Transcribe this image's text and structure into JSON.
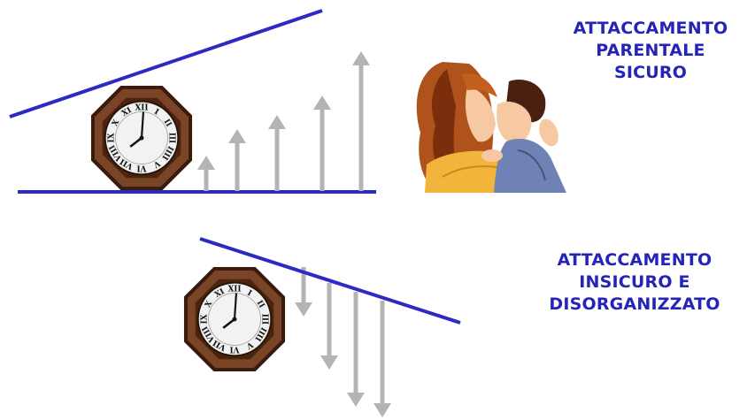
{
  "top_panel": {
    "caption_lines": [
      "ATTACCAMENTO",
      "PARENTALE",
      "SICURO"
    ],
    "arrow_direction": "up",
    "arrow_count": 5,
    "illustration": "mother-holding-child"
  },
  "bottom_panel": {
    "caption_lines": [
      "ATTACCAMENTO",
      "INSICURO E",
      "DISORGANIZZATO"
    ],
    "arrow_direction": "down",
    "arrow_count": 4
  },
  "clock": {
    "numerals": [
      "XII",
      "I",
      "II",
      "III",
      "IIII",
      "V",
      "VI",
      "VII",
      "VIII",
      "IX",
      "X",
      "XI"
    ]
  },
  "colors": {
    "line": "#2b2bc4",
    "caption": "#2424b8",
    "arrow": "#b4b4b4",
    "clock_frame": "#6b3a22",
    "clock_face": "#e4e4e4"
  }
}
